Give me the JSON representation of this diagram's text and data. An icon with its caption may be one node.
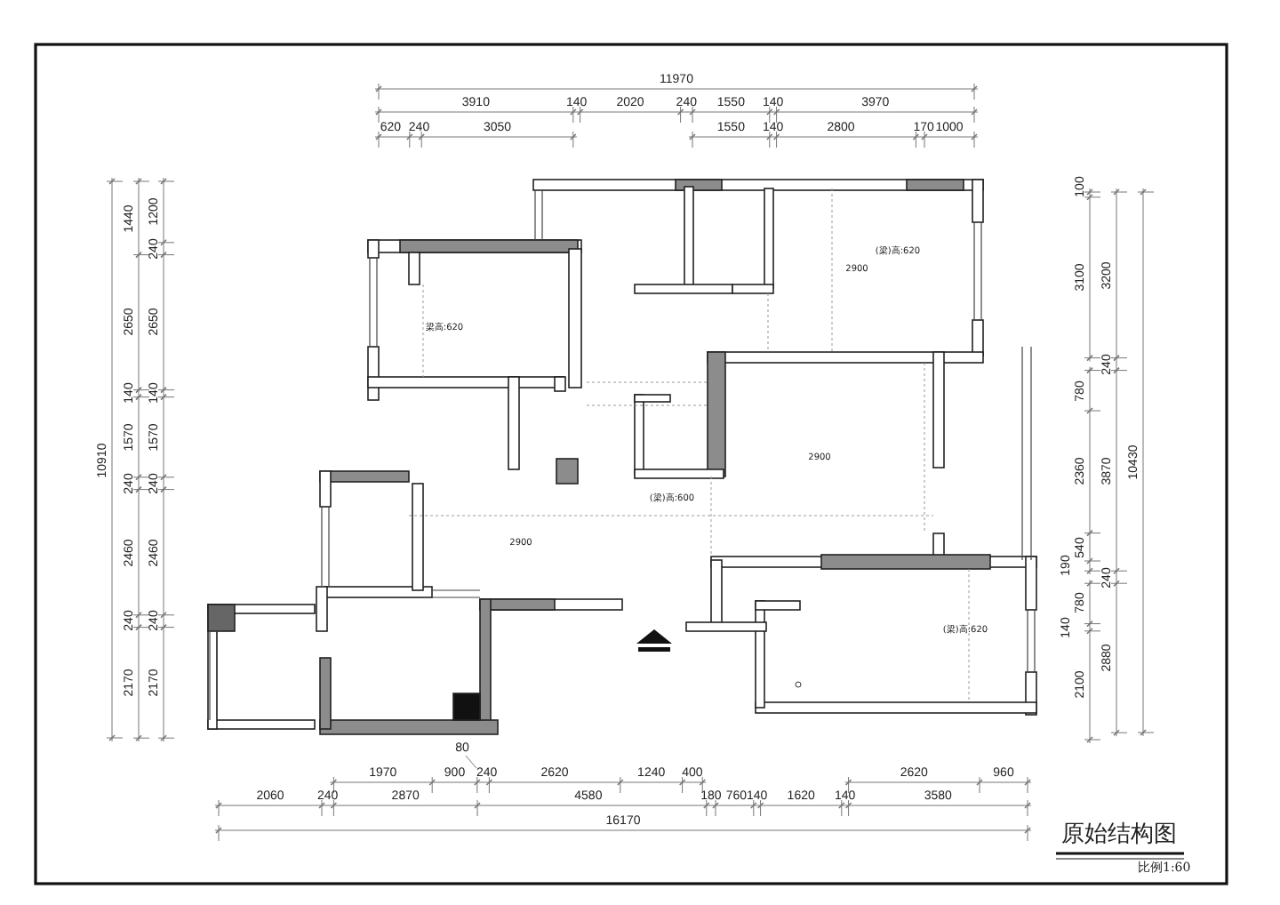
{
  "diagram": {
    "title": "原始结构图",
    "caption": "比例1:60",
    "labels": [
      "11970",
      "3910",
      "140",
      "2020",
      "240",
      "1550",
      "140",
      "3970",
      "620",
      "240",
      "3050",
      "1550",
      "140",
      "2800",
      "170",
      "1000",
      "10910",
      "1440",
      "2650",
      "140",
      "1570",
      "240",
      "2460",
      "240",
      "2170",
      "1200",
      "240",
      "2650",
      "140",
      "1570",
      "240",
      "2460",
      "240",
      "2170",
      "100",
      "3100",
      "780",
      "2360",
      "540",
      "190",
      "780",
      "140",
      "2100",
      "3200",
      "240",
      "3870",
      "240",
      "2880",
      "10430",
      "(梁)高:620",
      "2900",
      "梁高:620",
      "2900",
      "(梁)高:600",
      "2900",
      "(梁)高:620",
      "80",
      "1970",
      "900",
      "240",
      "2620",
      "1240",
      "400",
      "2620",
      "960",
      "2060",
      "240",
      "2870",
      "4580",
      "180",
      "760",
      "140",
      "1620",
      "140",
      "3580",
      "16170"
    ]
  }
}
